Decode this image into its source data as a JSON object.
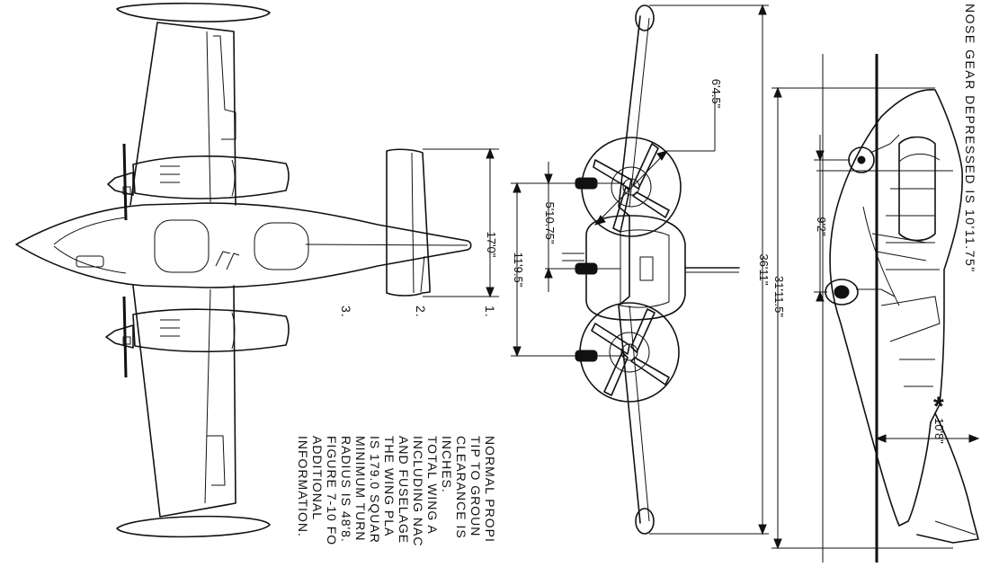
{
  "dimensions": {
    "span": "36'11\"",
    "length": "31'11.5\"",
    "tail_span": "17'0\"",
    "gear_track": "11'9.5\"",
    "main_to_center": "5'10.75\"",
    "prop_diameter": "6'4.5\"",
    "wheelbase": "9'2\"",
    "height": "10'8\""
  },
  "header_note": "NOSE GEAR DEPRESSED IS 10'11.75\"",
  "asterisk": "*",
  "notes": [
    {
      "number": "1.",
      "lines": [
        "NORMAL PROPI",
        "TIP TO GROUN",
        "CLEARANCE IS",
        "INCHES."
      ]
    },
    {
      "number": "2.",
      "lines": [
        "TOTAL WING A",
        "INCLUDING NAC",
        "AND FUSELAGE",
        "THE WING PLA",
        "IS 179.0 SQUAR"
      ]
    },
    {
      "number": "3.",
      "lines": [
        "MINIMUM TURN",
        "RADIUS IS 48'8.",
        "FIGURE 7-10 FO",
        "ADDITIONAL",
        "INFORMATION."
      ]
    }
  ]
}
